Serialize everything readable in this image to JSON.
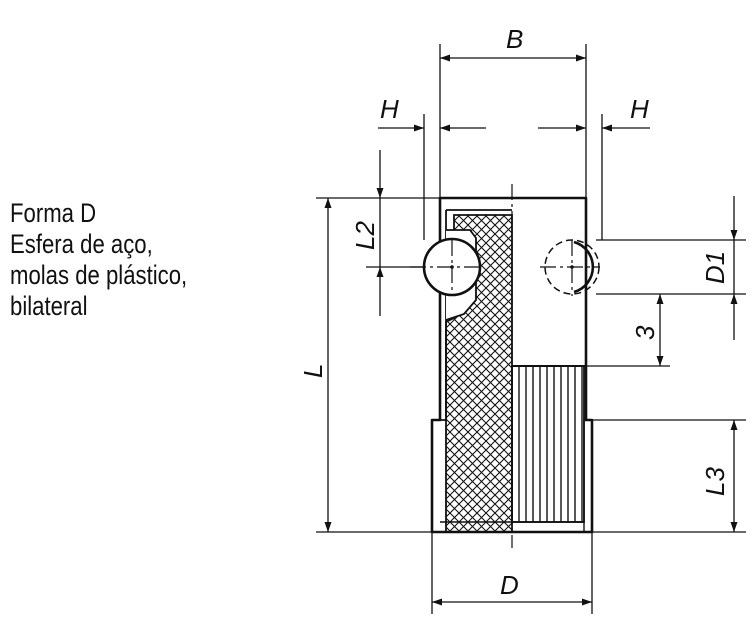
{
  "caption": {
    "line1": "Forma D",
    "line2": "Esfera de aço,",
    "line3": "molas de plástico,",
    "line4": "bilateral"
  },
  "dimensions": {
    "B": "B",
    "H_left": "H",
    "H_right": "H",
    "L": "L",
    "L2": "L2",
    "D1": "D1",
    "three": "3",
    "L3": "L3",
    "D": "D"
  },
  "colors": {
    "line": "#111111",
    "background": "#ffffff"
  }
}
